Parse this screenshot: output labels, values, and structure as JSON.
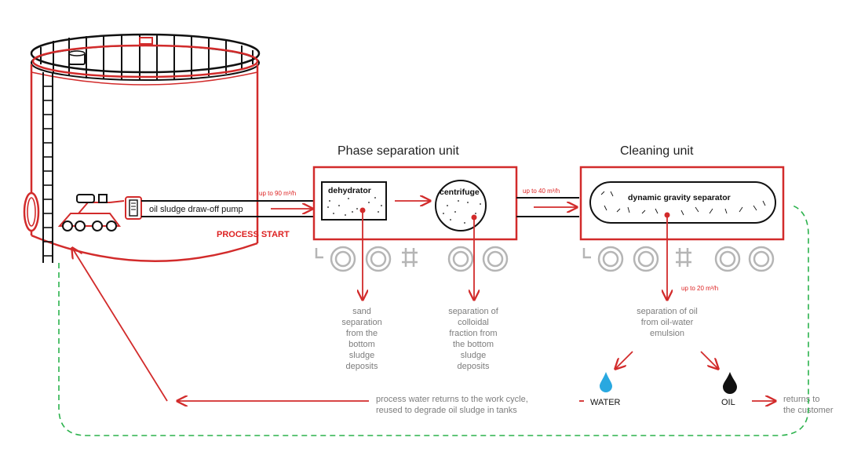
{
  "colors": {
    "red": "#d22b2b",
    "gray": "#b5b5b5",
    "green": "#2bb24c",
    "water": "#29a8e0",
    "oil": "#111111"
  },
  "units": {
    "phase": {
      "title": "Phase separation unit"
    },
    "cleaning": {
      "title": "Cleaning unit"
    }
  },
  "pump": {
    "label": "oil sludge draw-off pump",
    "start": "PROCESS START"
  },
  "flows": {
    "rate_in": "up to 90 m³/h",
    "rate_mid": "up to 40 m³/h",
    "rate_out": "up to 20 m³/h"
  },
  "boxes": {
    "dehydrator": "dehydrator",
    "centrifuge": "centrifuge",
    "separator": "dynamic gravity separator"
  },
  "outputs": {
    "sand": [
      "sand",
      "separation",
      "from the",
      "bottom",
      "sludge",
      "deposits"
    ],
    "colloidal": [
      "separation of",
      "colloidal",
      "fraction from",
      "the bottom",
      "sludge",
      "deposits"
    ],
    "oil_sep": [
      "separation of oil",
      "from oil-water",
      "emulsion"
    ],
    "water": "WATER",
    "oil": "OIL",
    "returns": [
      "returns to",
      "the customer"
    ],
    "process_water": [
      "process water returns to the work cycle,",
      "reused to degrade oil sludge in tanks"
    ]
  },
  "icons": [
    "tank-icon",
    "robot-icon",
    "pump-icon",
    "water-drop-icon",
    "oil-drop-icon",
    "wheel-icon"
  ]
}
